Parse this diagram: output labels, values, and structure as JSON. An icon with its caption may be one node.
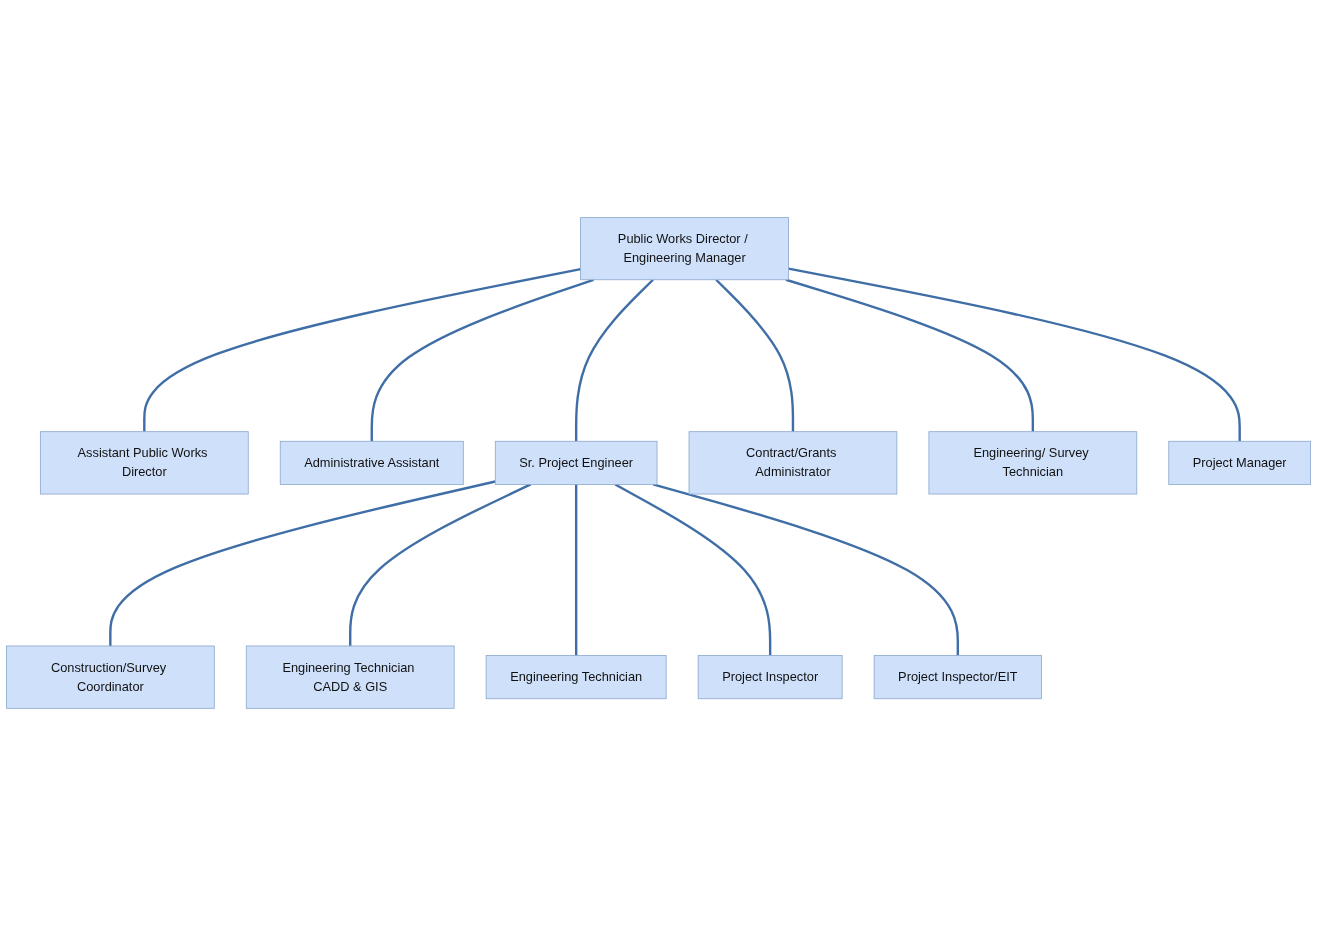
{
  "diagram": {
    "nodes": [
      {
        "text": [
          "Public Works Director / Engineering Manager"
        ]
      },
      {
        "text": [
          "Assistant Public Works Director"
        ]
      },
      {
        "text": [
          "Administrative Assistant"
        ]
      },
      {
        "text": [
          "Sr. Project Engineer"
        ]
      },
      {
        "text": [
          "Contract/Grants Administrator"
        ]
      },
      {
        "text": [
          "Engineering/ Survey Technician"
        ]
      },
      {
        "text": [
          "Project Manager"
        ]
      },
      {
        "text": [
          "Construction/Survey Coordinator"
        ]
      },
      {
        "text": [
          "Engineering Technician CADD & GIS"
        ]
      },
      {
        "text": [
          "Engineering Technician"
        ]
      },
      {
        "text": [
          "Project Inspector"
        ]
      },
      {
        "text": [
          "Project Inspector/EIT"
        ]
      }
    ],
    "edges": [
      {
        "from": 0,
        "to": 1,
        "arrow": "none"
      },
      {
        "from": 0,
        "to": 2,
        "arrow": "none"
      },
      {
        "from": 0,
        "to": 3,
        "arrow": "none"
      },
      {
        "from": 0,
        "to": 4,
        "arrow": "none"
      },
      {
        "from": 0,
        "to": 5,
        "arrow": "none"
      },
      {
        "from": 0,
        "to": 6,
        "arrow": "none"
      },
      {
        "from": 3,
        "to": 7,
        "arrow": "none"
      },
      {
        "from": 3,
        "to": 8,
        "arrow": "none"
      },
      {
        "from": 3,
        "to": 9,
        "arrow": "none"
      },
      {
        "from": 3,
        "to": 10,
        "arrow": "none"
      },
      {
        "from": 3,
        "to": 11,
        "arrow": "none"
      }
    ]
  }
}
